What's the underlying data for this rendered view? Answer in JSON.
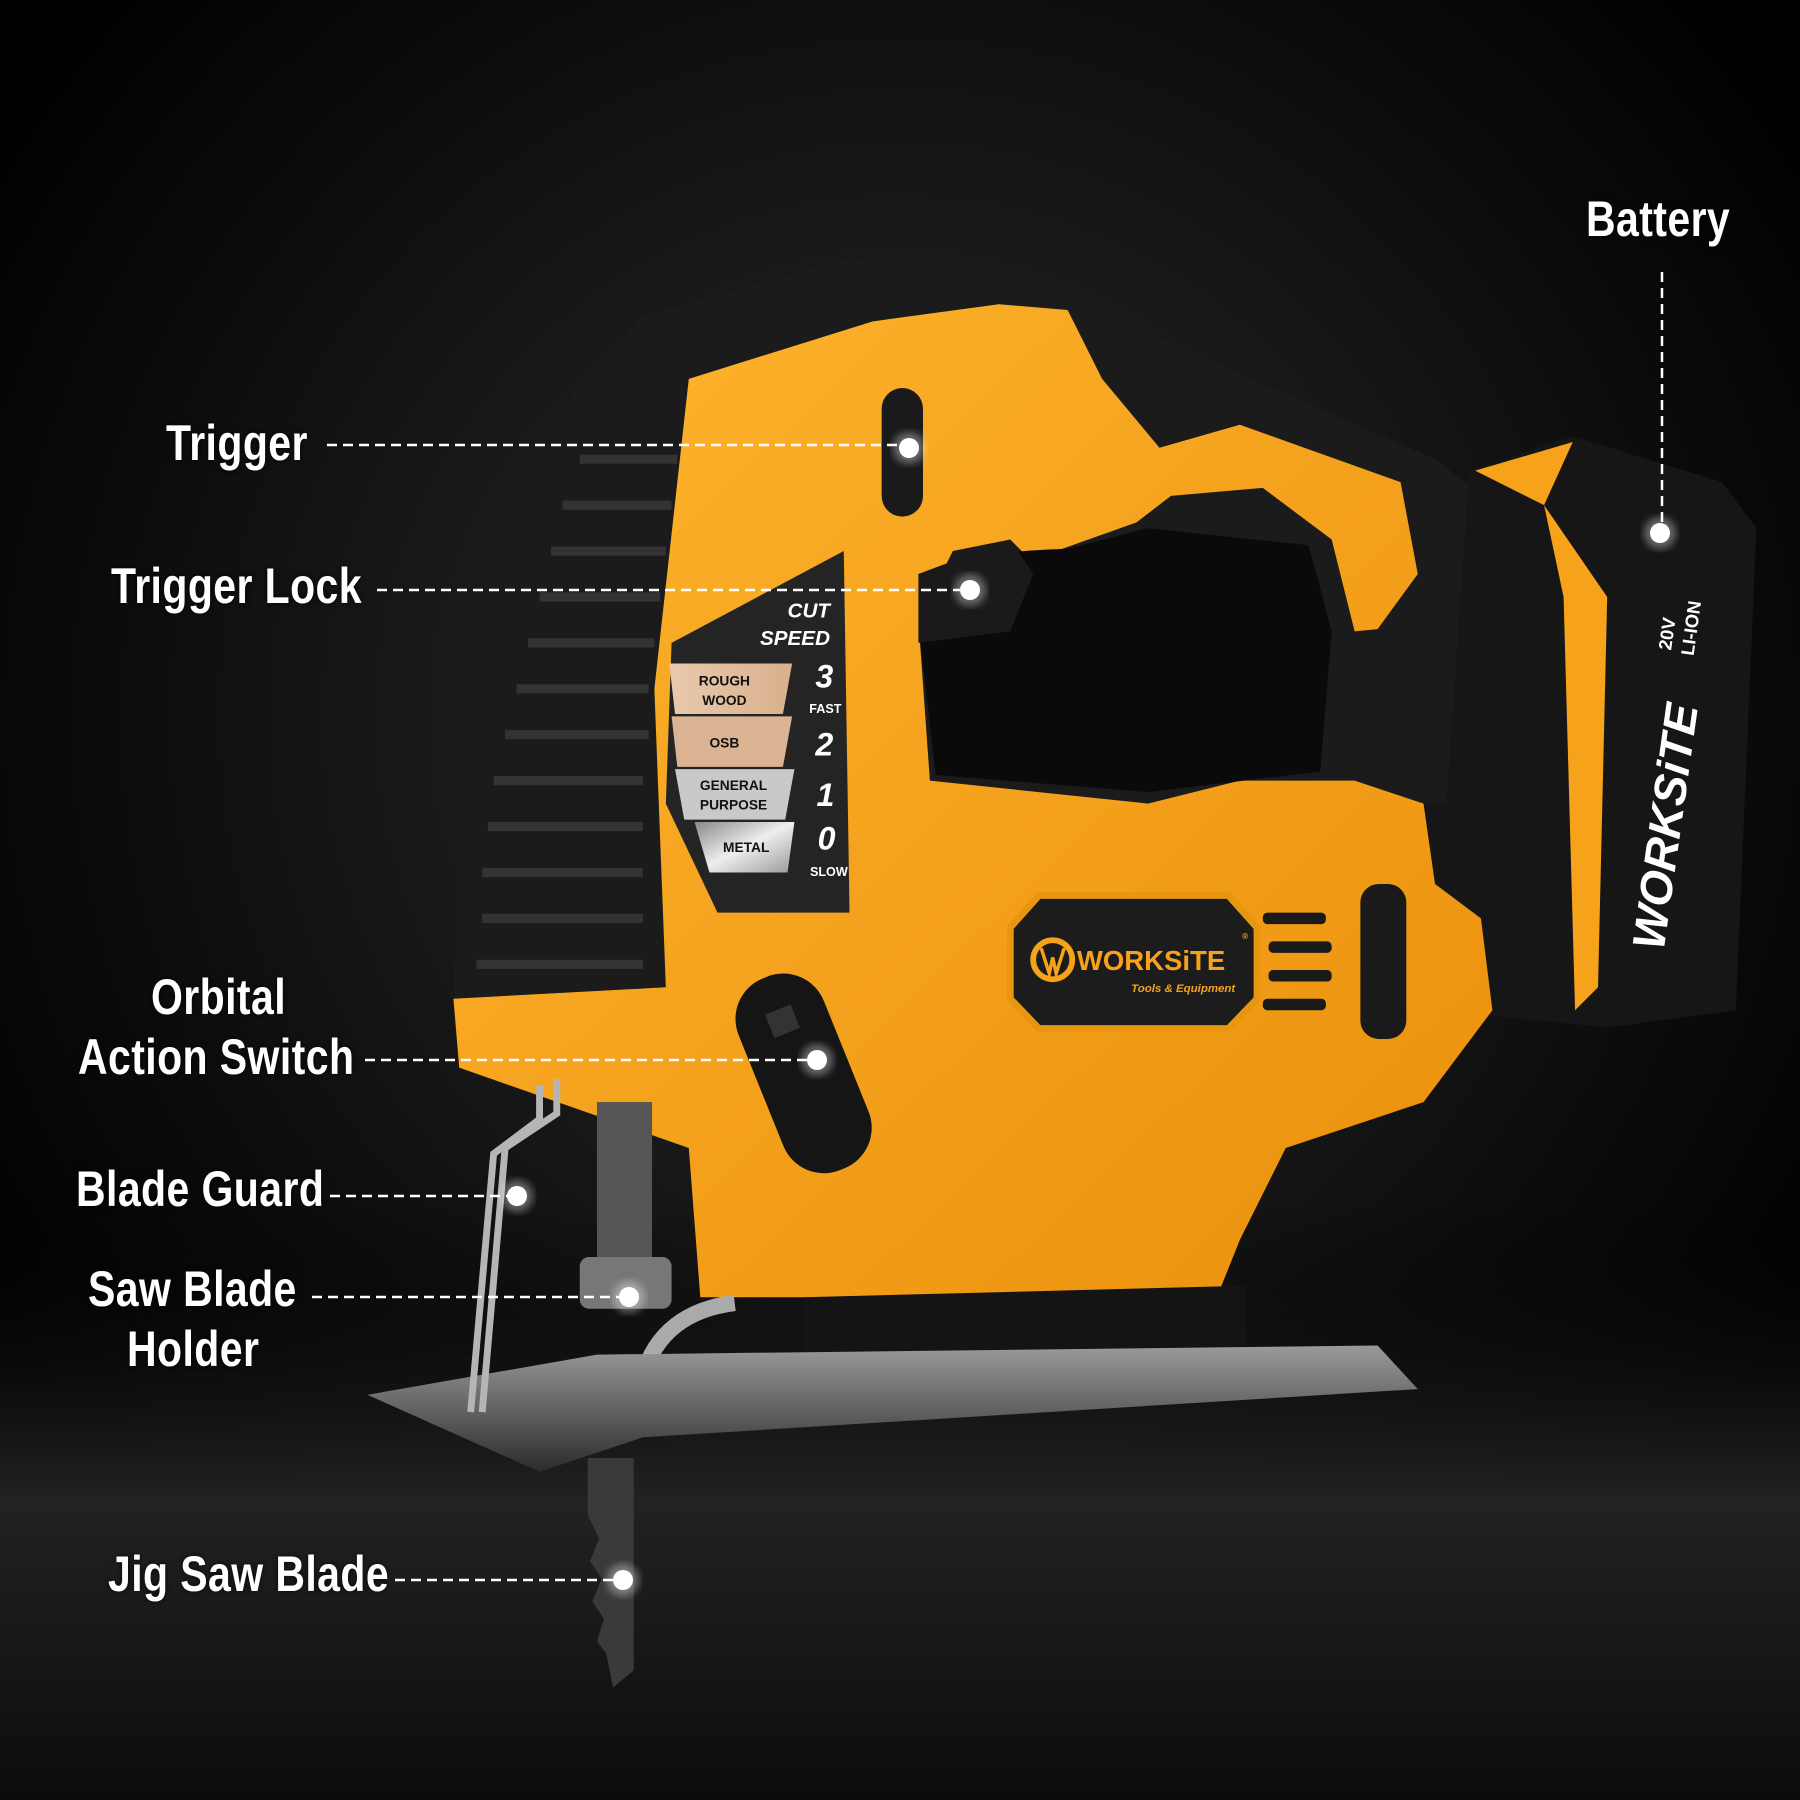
{
  "colors": {
    "brand_orange": "#f7a21b",
    "body_black": "#1b1b1b",
    "callout_white": "#ffffff",
    "background": "#000000"
  },
  "callouts": {
    "battery": "Battery",
    "trigger": "Trigger",
    "trigger_lock": "Trigger Lock",
    "orbital_line1": "Orbital",
    "orbital_line2": "Action Switch",
    "blade_guard": "Blade Guard",
    "holder_line1": "Saw Blade",
    "holder_line2": "Holder",
    "jig_saw_blade": "Jig Saw Blade"
  },
  "speed_panel": {
    "title_line1": "CUT",
    "title_line2": "SPEED",
    "materials": [
      {
        "line1": "ROUGH",
        "line2": "WOOD"
      },
      {
        "line1": "OSB",
        "line2": ""
      },
      {
        "line1": "GENERAL",
        "line2": "PURPOSE"
      },
      {
        "line1": "METAL",
        "line2": ""
      }
    ],
    "speeds": [
      {
        "value": "3",
        "note": "FAST"
      },
      {
        "value": "2",
        "note": ""
      },
      {
        "value": "1",
        "note": ""
      },
      {
        "value": "0",
        "note": "SLOW"
      }
    ]
  },
  "logo": {
    "brand": "WORKSiTE",
    "tagline": "Tools & Equipment",
    "registered": "®",
    "icon": "worksite-w-logo-icon"
  },
  "battery_label": {
    "brand": "WORKSiTE",
    "voltage": "20V",
    "chemistry": "LI-ION"
  }
}
